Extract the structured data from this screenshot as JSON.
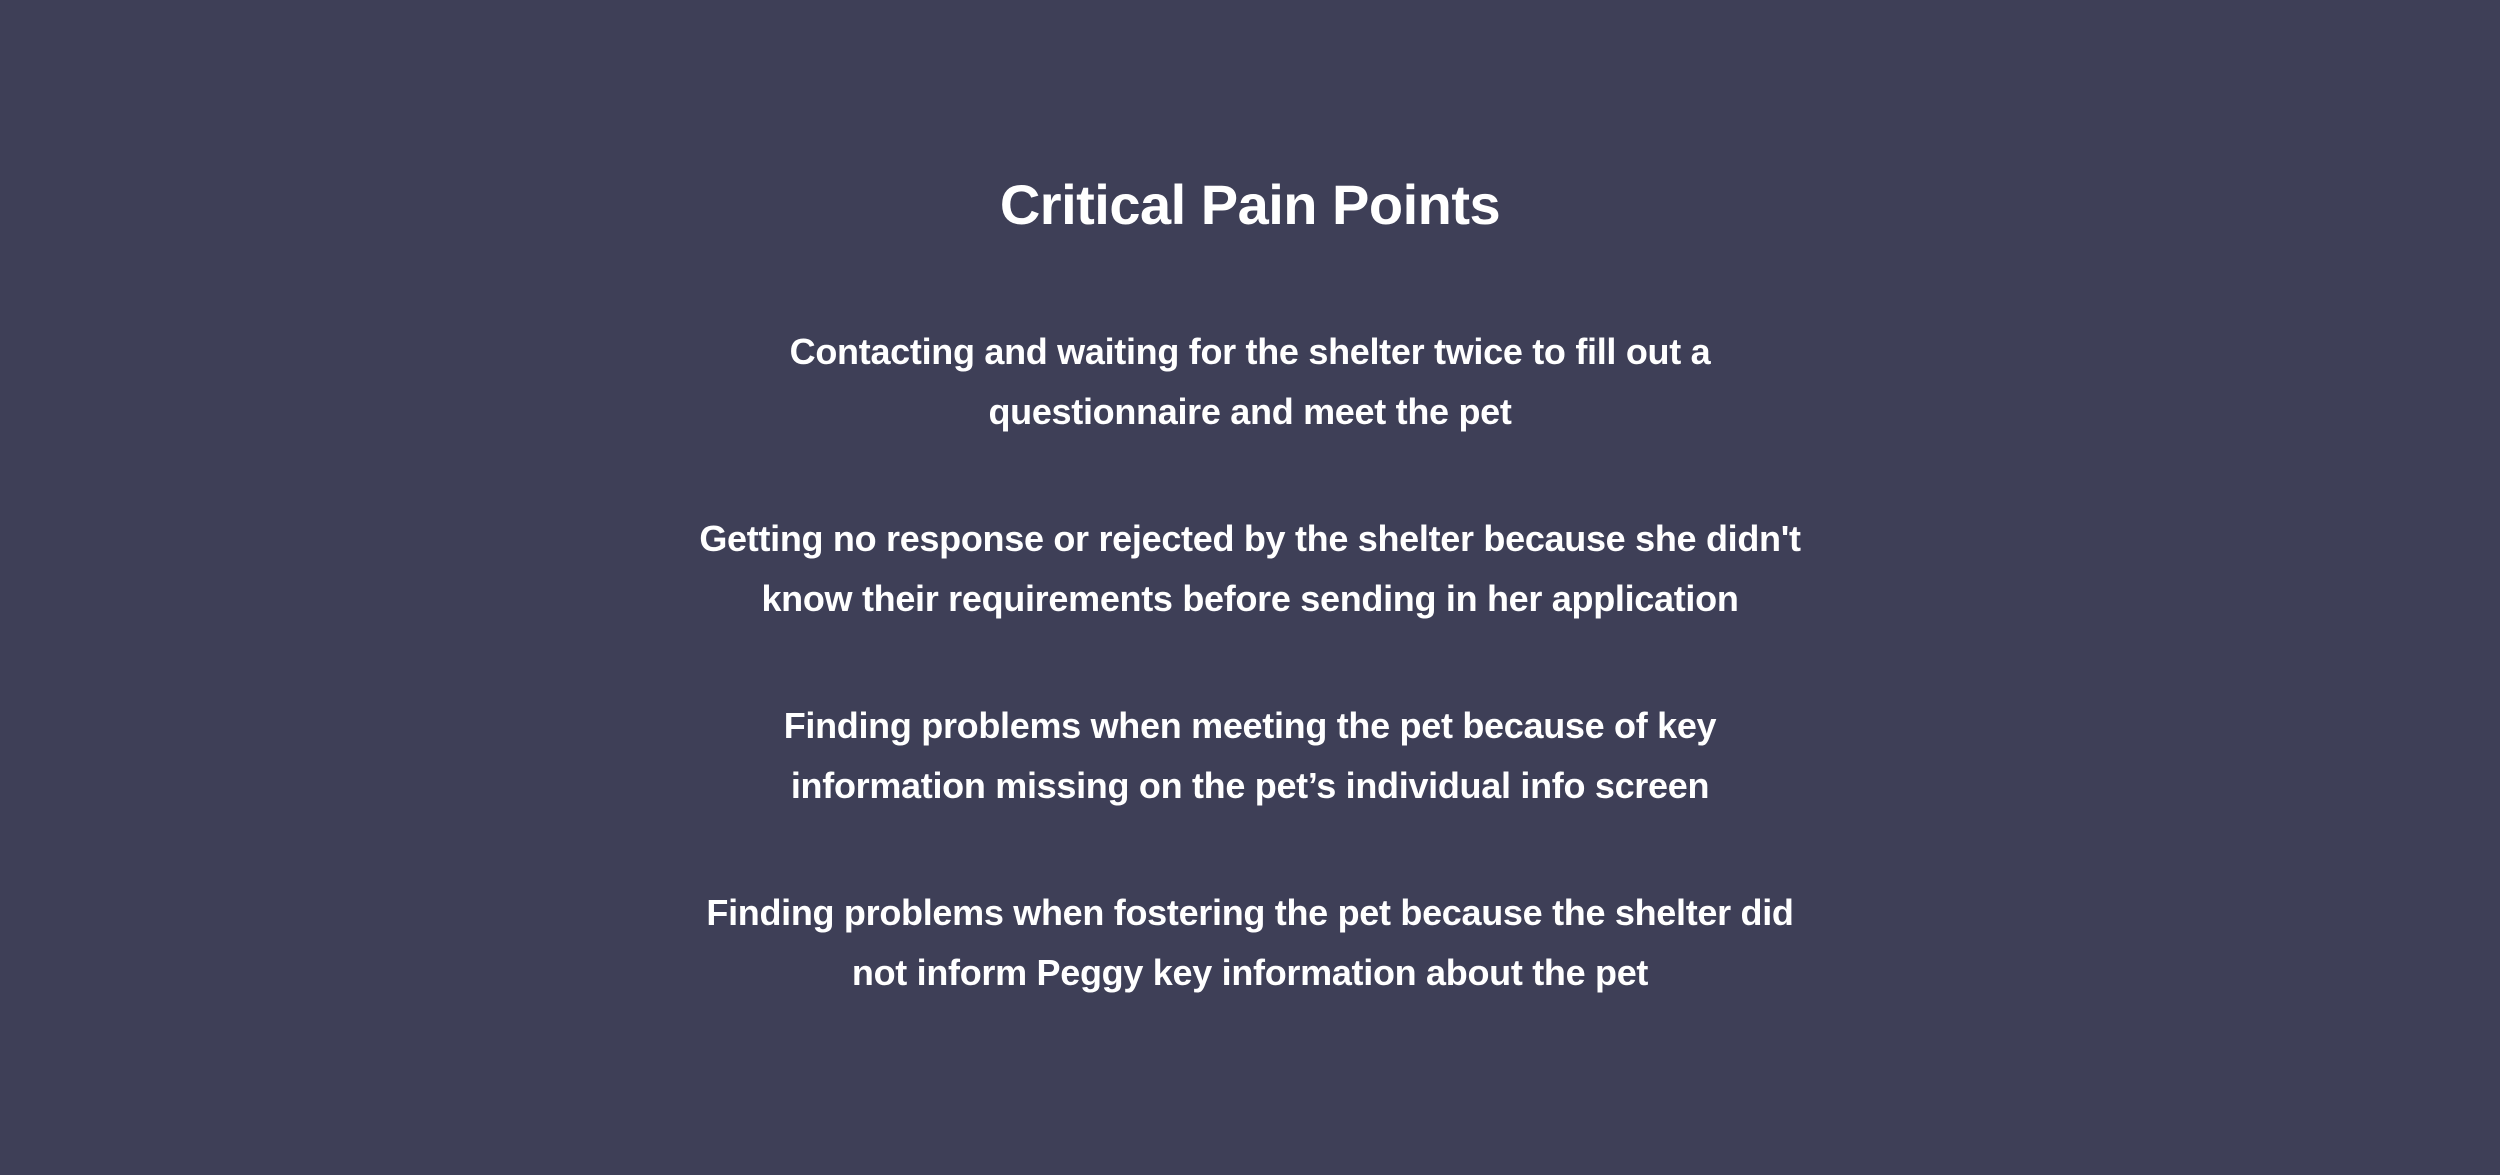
{
  "title": "Critical Pain Points",
  "points": [
    {
      "line1": "Contacting and waiting for the shelter twice to fill out a",
      "line2": "questionnaire and meet the pet"
    },
    {
      "line1": "Getting no response or rejected by the shelter because she didn't",
      "line2": "know their requirements before sending in her application"
    },
    {
      "line1": "Finding problems when meeting the pet because of key",
      "line2": "information missing on the pet’s individual info screen"
    },
    {
      "line1": "Finding problems when fostering the pet because the shelter did",
      "line2": "not inform Peggy key information about the pet"
    }
  ]
}
